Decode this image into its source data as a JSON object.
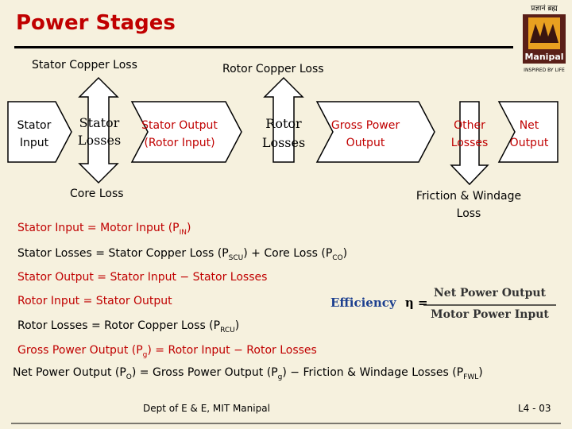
{
  "header": {
    "title": "Power Stages",
    "logo_script": "प्रज्ञानं ब्रह्म",
    "logo_name": "Manipal",
    "logo_tag": "INSPIRED BY LIFE"
  },
  "diagram": {
    "stator_copper_loss": "Stator Copper Loss",
    "rotor_copper_loss": "Rotor Copper Loss",
    "stator_input_l1": "Stator",
    "stator_input_l2": "Input",
    "stator_losses_l1": "Stator",
    "stator_losses_l2": "Losses",
    "stator_output_l1": "Stator Output",
    "stator_output_l2": "(Rotor Input)",
    "rotor_losses_l1": "Rotor",
    "rotor_losses_l2": "Losses",
    "gross_power_l1": "Gross Power",
    "gross_power_l2": "Output",
    "other_losses_l1": "Other",
    "other_losses_l2": "Losses",
    "net_output_l1": "Net",
    "net_output_l2": "Output",
    "core_loss": "Core Loss",
    "friction_l1": "Friction & Windage",
    "friction_l2": "Loss"
  },
  "equations": {
    "e1_a": "Stator Input = Motor Input (P",
    "e1_sub": "IN",
    "e1_b": ")",
    "e2_a": "Stator Losses = Stator Copper Loss (P",
    "e2_sub1": "SCU",
    "e2_b": ") + Core Loss (P",
    "e2_sub2": "CO",
    "e2_c": ")",
    "e3": "Stator Output = Stator Input − Stator Losses",
    "e4": "Rotor Input = Stator Output",
    "e5_a": "Rotor Losses = Rotor Copper Loss (P",
    "e5_sub": "RCU",
    "e5_b": ")",
    "e6_a": "Gross Power Output (P",
    "e6_sub": "g",
    "e6_b": ") = Rotor Input − Rotor Losses",
    "e7_a": "Net Power Output (P",
    "e7_sub1": "O",
    "e7_b": ") = Gross Power Output (P",
    "e7_sub2": "g",
    "e7_c": ") − Friction & Windage Losses (P",
    "e7_sub3": "FWL",
    "e7_d": ")",
    "eff_label": "Efficiency",
    "eff_symbol": "η =",
    "eff_num": "Net Power Output",
    "eff_den": "Motor Power Input"
  },
  "footer": {
    "dept": "Dept of E & E, MIT Manipal",
    "page": "L4 - 03"
  }
}
